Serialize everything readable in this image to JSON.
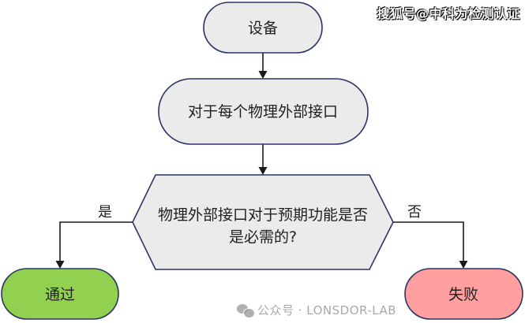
{
  "flowchart": {
    "nodes": {
      "device": {
        "label": "设备",
        "shape": "terminator",
        "fill": "#ebebeb",
        "stroke": "#2b3566"
      },
      "each_interface": {
        "label": "对于每个物理外部接口",
        "shape": "terminator",
        "fill": "#ebebeb",
        "stroke": "#2b3566"
      },
      "decision": {
        "label_line1": "物理外部接口对于预期功能是否",
        "label_line2": "是必需的?",
        "shape": "hexagon",
        "fill": "#ebebeb",
        "stroke": "#2b3566"
      },
      "pass": {
        "label": "通过",
        "shape": "terminator",
        "fill": "#92d050",
        "stroke": "#2b3566"
      },
      "fail": {
        "label": "失败",
        "shape": "terminator",
        "fill": "#ff9f9f",
        "stroke": "#2b3566"
      }
    },
    "edges": [
      {
        "from": "device",
        "to": "each_interface",
        "label": ""
      },
      {
        "from": "each_interface",
        "to": "decision",
        "label": ""
      },
      {
        "from": "decision",
        "to": "pass",
        "label": "是"
      },
      {
        "from": "decision",
        "to": "fail",
        "label": "否"
      }
    ],
    "edge_color": "#1a1a1a"
  },
  "watermarks": {
    "top_right": "搜狐号@中科为检测认证",
    "bottom": "公众号 · LONSDOR-LAB"
  }
}
